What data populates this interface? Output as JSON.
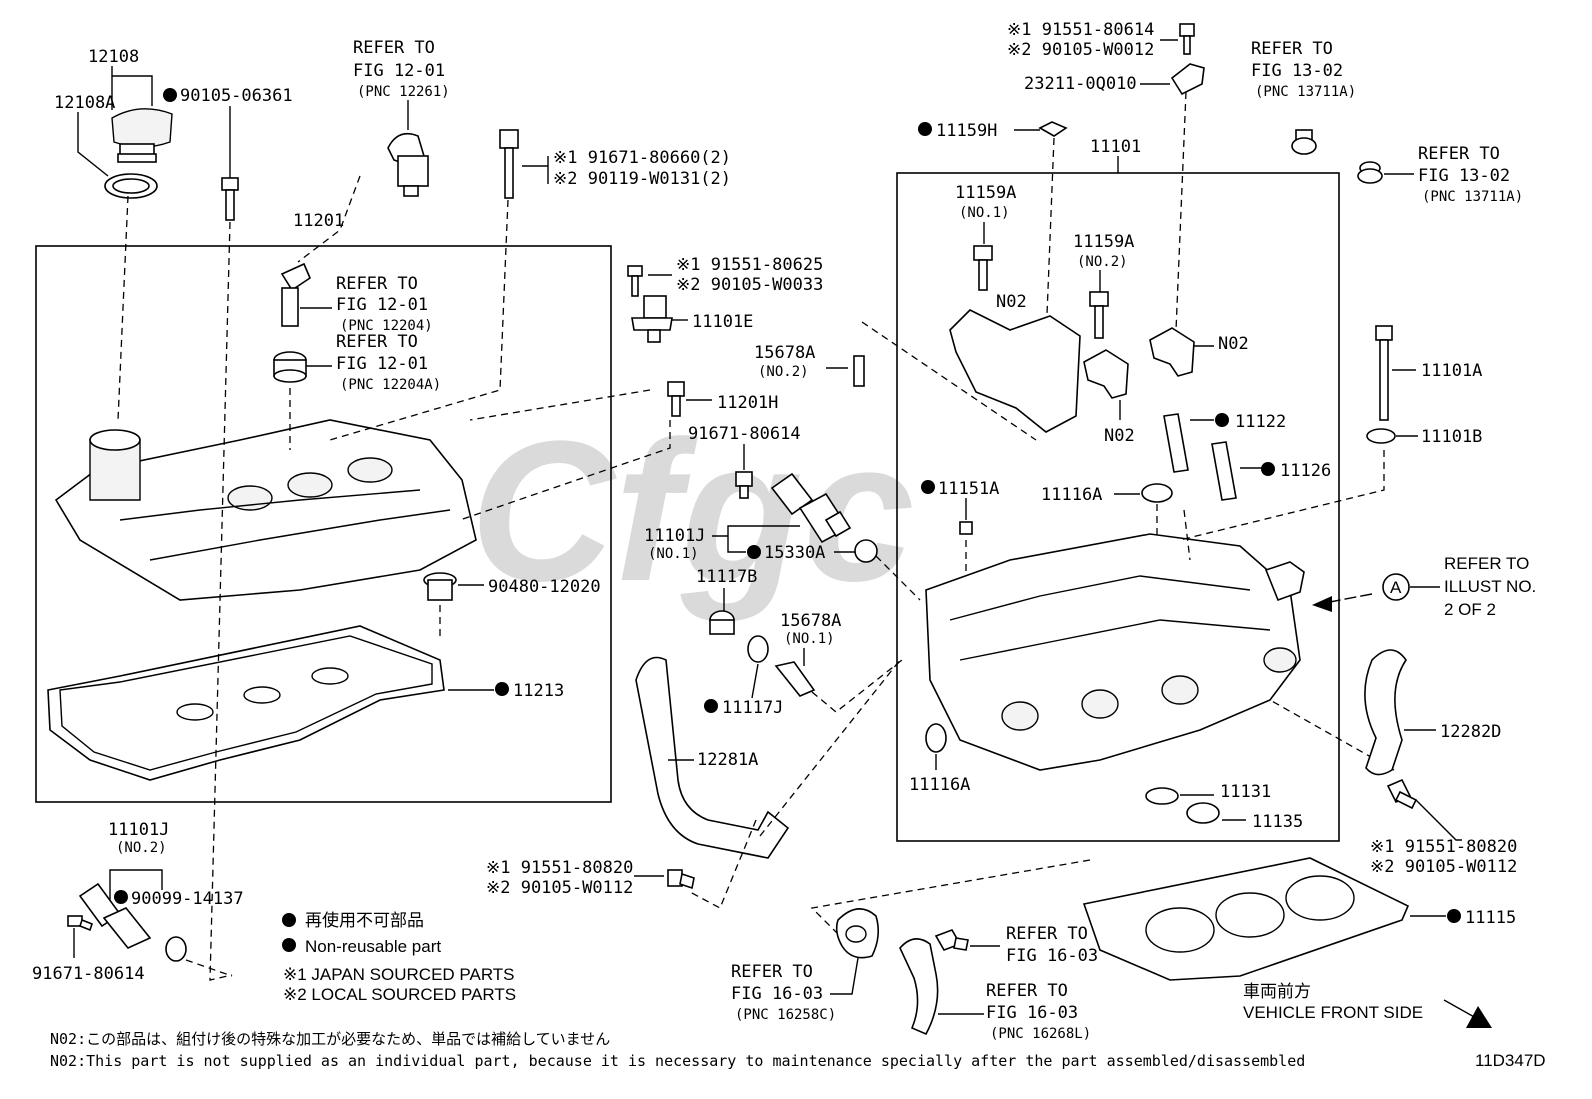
{
  "labels": {
    "p12108": "12108",
    "p12108a": "12108A",
    "p9010506361": "90105-06361",
    "ref1201_a": "REFER TO",
    "ref1201_b": "FIG 12-01",
    "ref1201_c": "(PNC 12261)",
    "p11201": "11201",
    "s91671_80660": "※1 91671-80660(2)",
    "s90119_w0131": "※2 90119-W0131(2)",
    "ref12204_a": "REFER TO",
    "ref12204_b": "FIG 12-01",
    "ref12204_c": "(PNC 12204)",
    "ref12204A_a": "REFER TO",
    "ref12204A_b": "FIG 12-01",
    "ref12204A_c": "(PNC 12204A)",
    "s91551_80625": "※1 91551-80625",
    "s90105_w0033": "※2 90105-W0033",
    "p11101e": "11101E",
    "p11201h": "11201H",
    "p91671_80614_a": "91671-80614",
    "p90480_12020": "90480-12020",
    "p11213": "11213",
    "p11101j_1": "11101J",
    "p11101j_1_no": "(NO.1)",
    "p15330a": "15330A",
    "p11117b": "11117B",
    "p15678a_1": "15678A",
    "p15678a_1_no": "(NO.1)",
    "p11117j": "11117J",
    "p12281a": "12281A",
    "p15678a_2": "15678A",
    "p15678a_2_no": "(NO.2)",
    "s91551_80614": "※1 91551-80614",
    "s90105_w0012": "※2 90105-W0012",
    "p23211": "23211-0Q010",
    "p11159h": "11159H",
    "p11101": "11101",
    "p11159a_1": "11159A",
    "p11159a_1_no": "(NO.1)",
    "p11159a_2": "11159A",
    "p11159a_2_no": "(NO.2)",
    "n02_a": "N02",
    "n02_b": "N02",
    "n02_c": "N02",
    "p11122": "11122",
    "p11126": "11126",
    "p11151a": "11151A",
    "p11116a_a": "11116A",
    "p11116a_b": "11116A",
    "p11131": "11131",
    "p11135": "11135",
    "ref1302a_a": "REFER TO",
    "ref1302a_b": "FIG 13-02",
    "ref1302a_c": "(PNC 13711A)",
    "ref1302b_a": "REFER TO",
    "ref1302b_b": "FIG 13-02",
    "ref1302b_c": "(PNC 13711A)",
    "p11101a": "11101A",
    "p11101b": "11101B",
    "illust_a": "REFER TO",
    "illust_b": "ILLUST NO.",
    "illust_c": "2 OF 2",
    "illust_circle": "A",
    "p12282d": "12282D",
    "s91551_80820_r": "※1 91551-80820",
    "s90105_w0112_r": "※2 90105-W0112",
    "p11115": "11115",
    "p11101j_2": "11101J",
    "p11101j_2_no": "(NO.2)",
    "p90099_14137": "90099-14137",
    "p91671_80614_b": "91671-80614",
    "s91551_80820_l": "※1 91551-80820",
    "s90105_w0112_l": "※2 90105-W0112",
    "ref1603a_a": "REFER TO",
    "ref1603a_b": "FIG 16-03",
    "ref1603a_c": "(PNC 16258C)",
    "ref1603b_a": "REFER TO",
    "ref1603b_b": "FIG 16-03",
    "ref1603c_a": "REFER TO",
    "ref1603c_b": "FIG 16-03",
    "ref1603c_c": "(PNC 16268L)",
    "front_jp": "車両前方",
    "front_en": "VEHICLE FRONT SIDE",
    "fig_no": "11D347D"
  },
  "legend": {
    "nonreuse_jp": "再使用不可部品",
    "nonreuse_en": "Non-reusable part",
    "japan": "※1 JAPAN SOURCED PARTS",
    "local": "※2 LOCAL SOURCED PARTS"
  },
  "notes": {
    "jp": "N02:この部品は、組付け後の特殊な加工が必要なため、単品では補給していません",
    "en": "N02:This part is not supplied as an individual part, because it is necessary to maintenance specially after the part assembled/disassembled"
  },
  "watermark": "Cfgc"
}
